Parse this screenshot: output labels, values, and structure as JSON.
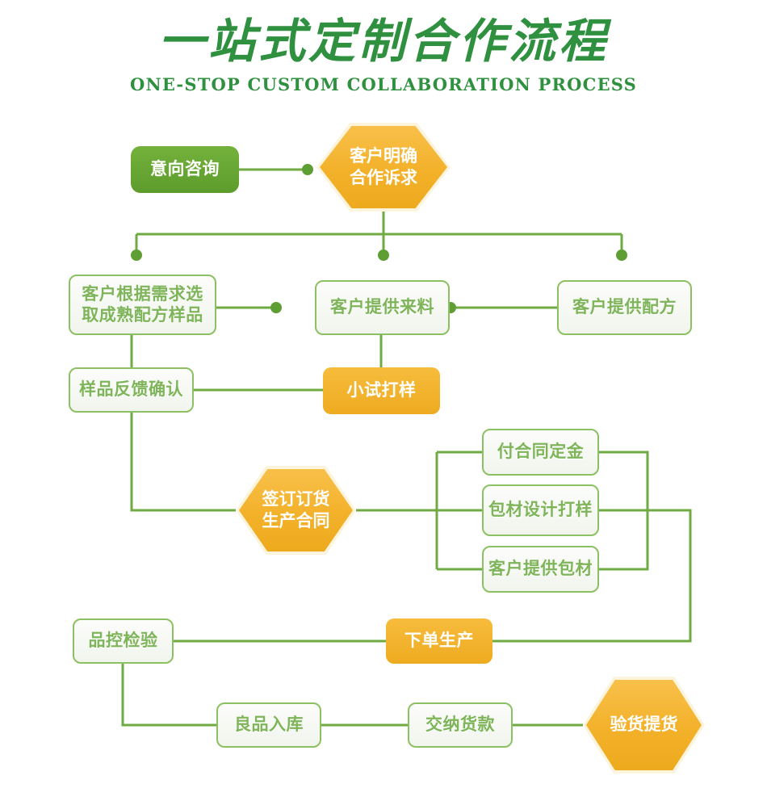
{
  "header": {
    "title": "一站式定制合作流程",
    "subtitle": "ONE-STOP CUSTOM COLLABORATION PROCESS"
  },
  "colors": {
    "green_dark": "#2f9140",
    "green_fill": "#63a73a",
    "green_line": "#6fab42",
    "green_border": "#8cc163",
    "green_text": "#7fb55a",
    "orange_fill": "#f3b12a",
    "orange_halo": "#fdf4de",
    "box_bg": "#f6f8f3"
  },
  "chart_data": {
    "type": "diagram",
    "title": "一站式定制合作流程",
    "subtitle": "ONE-STOP CUSTOM COLLABORATION PROCESS",
    "nodes": [
      {
        "id": "n1",
        "label": "意向咨询",
        "shape": "rounded-rect",
        "style": "green-filled"
      },
      {
        "id": "n2",
        "label": "客户明确\n合作诉求",
        "shape": "hexagon",
        "style": "orange-filled"
      },
      {
        "id": "n3",
        "label": "客户根据需求选\n取成熟配方样品",
        "shape": "rounded-rect",
        "style": "outline"
      },
      {
        "id": "n4",
        "label": "客户提供来料",
        "shape": "rounded-rect",
        "style": "outline"
      },
      {
        "id": "n5",
        "label": "客户提供配方",
        "shape": "rounded-rect",
        "style": "outline"
      },
      {
        "id": "n6",
        "label": "样品反馈确认",
        "shape": "rounded-rect",
        "style": "outline"
      },
      {
        "id": "n7",
        "label": "小试打样",
        "shape": "rounded-rect",
        "style": "orange-filled"
      },
      {
        "id": "n8",
        "label": "签订订货\n生产合同",
        "shape": "hexagon",
        "style": "orange-filled"
      },
      {
        "id": "n9",
        "label": "付合同定金",
        "shape": "rounded-rect",
        "style": "outline"
      },
      {
        "id": "n10",
        "label": "包材设计打样",
        "shape": "rounded-rect",
        "style": "outline"
      },
      {
        "id": "n11",
        "label": "客户提供包材",
        "shape": "rounded-rect",
        "style": "outline"
      },
      {
        "id": "n12",
        "label": "品控检验",
        "shape": "rounded-rect",
        "style": "outline"
      },
      {
        "id": "n13",
        "label": "下单生产",
        "shape": "rounded-rect",
        "style": "orange-filled"
      },
      {
        "id": "n14",
        "label": "良品入库",
        "shape": "rounded-rect",
        "style": "outline"
      },
      {
        "id": "n15",
        "label": "交纳货款",
        "shape": "rounded-rect",
        "style": "outline"
      },
      {
        "id": "n16",
        "label": "验货提货",
        "shape": "hexagon",
        "style": "orange-filled"
      }
    ],
    "edges": [
      {
        "from": "n1",
        "to": "n2"
      },
      {
        "from": "n2",
        "to": "n3"
      },
      {
        "from": "n2",
        "to": "n4"
      },
      {
        "from": "n2",
        "to": "n5"
      },
      {
        "from": "n5",
        "to": "n4"
      },
      {
        "from": "n3",
        "to": "n6"
      },
      {
        "from": "n4",
        "to": "n7"
      },
      {
        "from": "n6",
        "to": "n7"
      },
      {
        "from": "n6",
        "to": "n8"
      },
      {
        "from": "n8",
        "to": "n9"
      },
      {
        "from": "n8",
        "to": "n10"
      },
      {
        "from": "n8",
        "to": "n11"
      },
      {
        "from": "n9",
        "to": "n11"
      },
      {
        "from": "n10",
        "to": "n13"
      },
      {
        "from": "n13",
        "to": "n12"
      },
      {
        "from": "n12",
        "to": "n14"
      },
      {
        "from": "n14",
        "to": "n15"
      },
      {
        "from": "n15",
        "to": "n16"
      }
    ]
  },
  "nodes": {
    "n1": "意向咨询",
    "n2": "客户明确\n合作诉求",
    "n3": "客户根据需求选\n取成熟配方样品",
    "n4": "客户提供来料",
    "n5": "客户提供配方",
    "n6": "样品反馈确认",
    "n7": "小试打样",
    "n8": "签订订货\n生产合同",
    "n9": "付合同定金",
    "n10": "包材设计打样",
    "n11": "客户提供包材",
    "n12": "品控检验",
    "n13": "下单生产",
    "n14": "良品入库",
    "n15": "交纳货款",
    "n16": "验货提货"
  }
}
